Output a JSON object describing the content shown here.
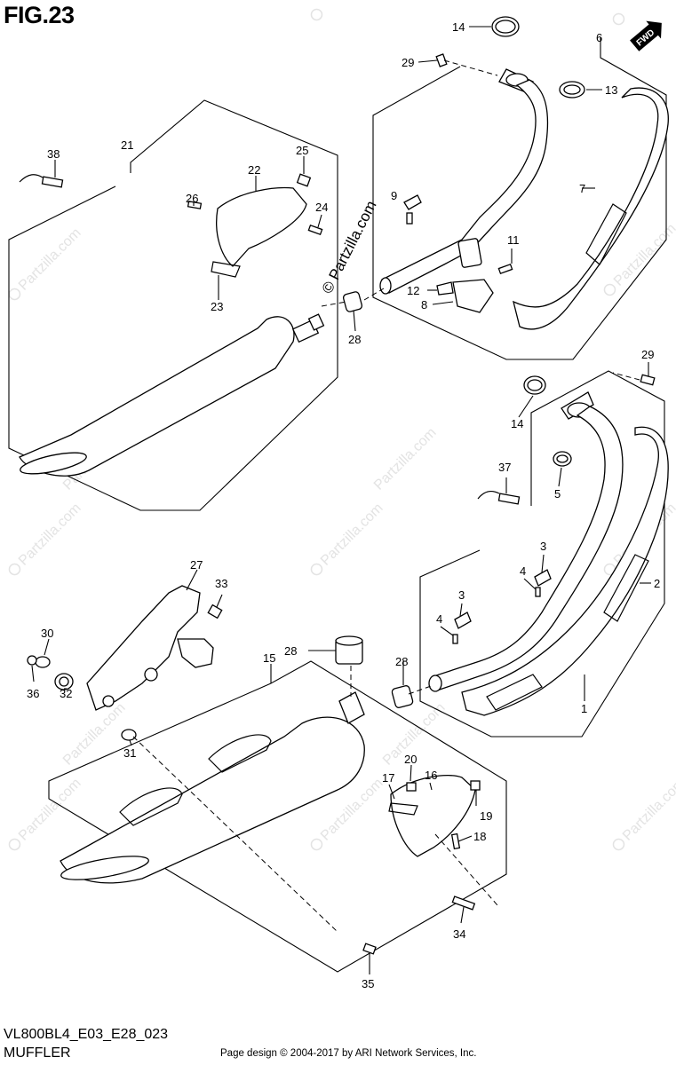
{
  "figure": {
    "title": "FIG.23",
    "model_code": "VL800BL4_E03_E28_023",
    "section_name": "MUFFLER",
    "footer_credit": "Page design © 2004-2017 by ARI Network Services, Inc."
  },
  "watermark": {
    "text": "Partzilla.com",
    "center_text": "© Partzilla.com"
  },
  "orientation": {
    "fwd_label": "FWD"
  },
  "callouts": {
    "c1": "1",
    "c2": "2",
    "c3a": "3",
    "c3b": "3",
    "c4a": "4",
    "c4b": "4",
    "c5": "5",
    "c6": "6",
    "c7": "7",
    "c8": "8",
    "c9": "9",
    "c11": "11",
    "c12": "12",
    "c13": "13",
    "c14a": "14",
    "c14b": "14",
    "c15": "15",
    "c16": "16",
    "c17": "17",
    "c18": "18",
    "c19": "19",
    "c20": "20",
    "c21": "21",
    "c22": "22",
    "c23": "23",
    "c24": "24",
    "c25": "25",
    "c26": "26",
    "c27": "27",
    "c28a": "28",
    "c28b": "28",
    "c28c": "28",
    "c29a": "29",
    "c29b": "29",
    "c30": "30",
    "c31": "31",
    "c32": "32",
    "c33": "33",
    "c34": "34",
    "c35": "35",
    "c36": "36",
    "c37": "37",
    "c38": "38"
  }
}
